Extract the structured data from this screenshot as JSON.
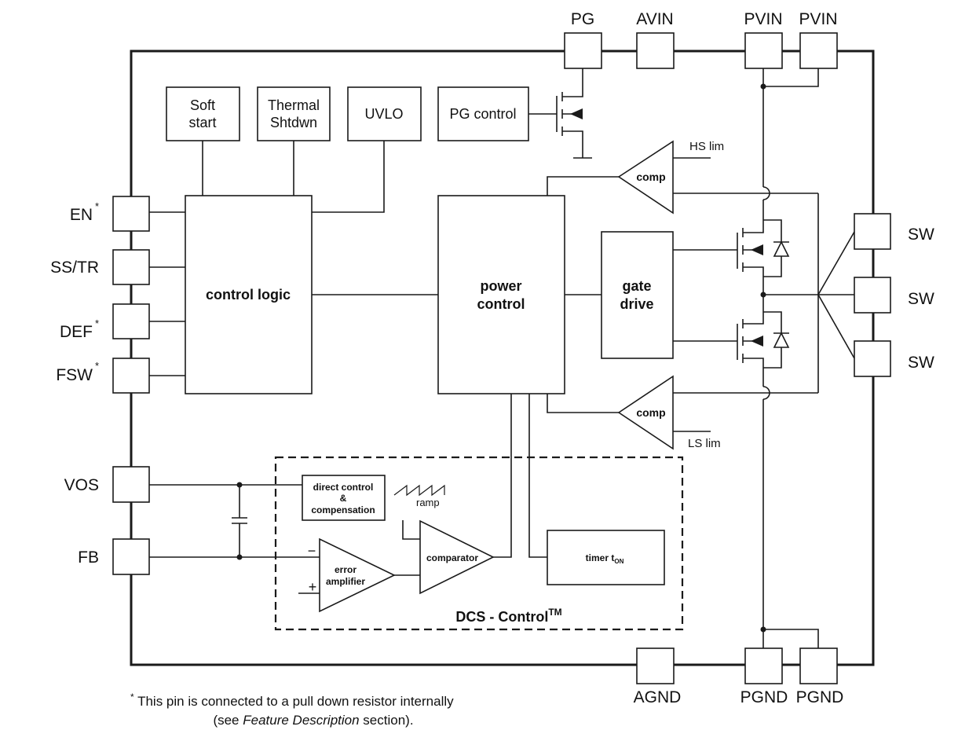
{
  "pins": {
    "top": [
      "PG",
      "AVIN",
      "PVIN",
      "PVIN"
    ],
    "left": [
      "EN",
      "SS/TR",
      "DEF",
      "FSW",
      "VOS",
      "FB"
    ],
    "right": [
      "SW",
      "SW",
      "SW"
    ],
    "bottom": [
      "AGND",
      "PGND",
      "PGND"
    ],
    "asterisk": "*"
  },
  "blocks": {
    "soft_start": [
      "Soft",
      "start"
    ],
    "thermal": [
      "Thermal",
      "Shtdwn"
    ],
    "uvlo": "UVLO",
    "pg_control": "PG control",
    "control_logic": "control logic",
    "power_control": [
      "power",
      "control"
    ],
    "gate_drive": [
      "gate",
      "drive"
    ],
    "comp_hs": "comp",
    "comp_ls": "comp",
    "hs_lim": "HS lim",
    "ls_lim": "LS lim",
    "direct_control": [
      "direct control",
      "&",
      "compensation"
    ],
    "ramp": "ramp",
    "error_amp": [
      "error",
      "amplifier"
    ],
    "amp_minus": "−",
    "amp_plus": "+",
    "comparator": "comparator",
    "timer": "timer t",
    "timer_sub": "ON",
    "dcs_label": "DCS - Control",
    "dcs_tm": "TM"
  },
  "footnote": {
    "line1": " This pin is connected to a pull down resistor internally",
    "line2_pre": "(see ",
    "line2_em": "Feature Description",
    "line2_post": " section)."
  }
}
